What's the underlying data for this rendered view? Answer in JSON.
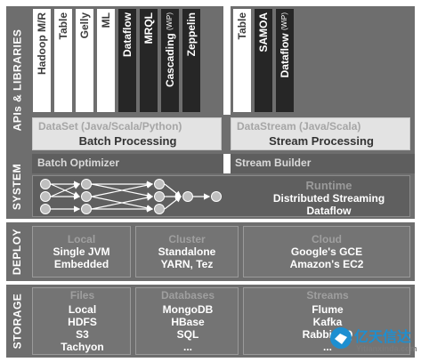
{
  "side_labels": {
    "apis": "APIs & LIBRARIES",
    "system": "SYSTEM",
    "deploy": "DEPLOY",
    "storage": "STORAGE"
  },
  "batch_libs": [
    {
      "label": "Hadoop M/R",
      "dark": false
    },
    {
      "label": "Table",
      "dark": false
    },
    {
      "label": "Gelly",
      "dark": false
    },
    {
      "label": "ML",
      "dark": false
    },
    {
      "label": "Dataflow",
      "dark": true
    },
    {
      "label": "MRQL",
      "dark": true
    },
    {
      "label": "Cascading",
      "tag": "(WiP)",
      "dark": true
    },
    {
      "label": "Zeppelin",
      "dark": true
    }
  ],
  "stream_libs": [
    {
      "label": "Table",
      "dark": false
    },
    {
      "label": "SAMOA",
      "dark": true
    },
    {
      "label": "Dataflow",
      "tag": "(WiP)",
      "dark": true
    }
  ],
  "dataset": {
    "heading": "DataSet (Java/Scala/Python)",
    "title": "Batch Processing"
  },
  "datastream": {
    "heading": "DataStream (Java/Scala)",
    "title": "Stream Processing"
  },
  "optimizer": "Batch Optimizer",
  "stream_builder": "Stream Builder",
  "runtime": {
    "heading": "Runtime",
    "line1": "Distributed Streaming",
    "line2": "Dataflow"
  },
  "deploy": {
    "local": {
      "heading": "Local",
      "items": [
        "Single JVM",
        "Embedded"
      ]
    },
    "cluster": {
      "heading": "Cluster",
      "items": [
        "Standalone",
        "YARN, Tez"
      ]
    },
    "cloud": {
      "heading": "Cloud",
      "items": [
        "Google's GCE",
        "Amazon's EC2"
      ]
    }
  },
  "storage": {
    "files": {
      "heading": "Files",
      "items": [
        "Local",
        "HDFS",
        "S3",
        "Tachyon"
      ]
    },
    "databases": {
      "heading": "Databases",
      "items": [
        "MongoDB",
        "HBase",
        "SQL",
        "..."
      ]
    },
    "streams": {
      "heading": "Streams",
      "items": [
        "Flume",
        "Kafka",
        "RabbitMQ",
        "..."
      ]
    }
  },
  "watermark": {
    "cn": "亿天信达",
    "url": "Yitianxinda.com"
  }
}
